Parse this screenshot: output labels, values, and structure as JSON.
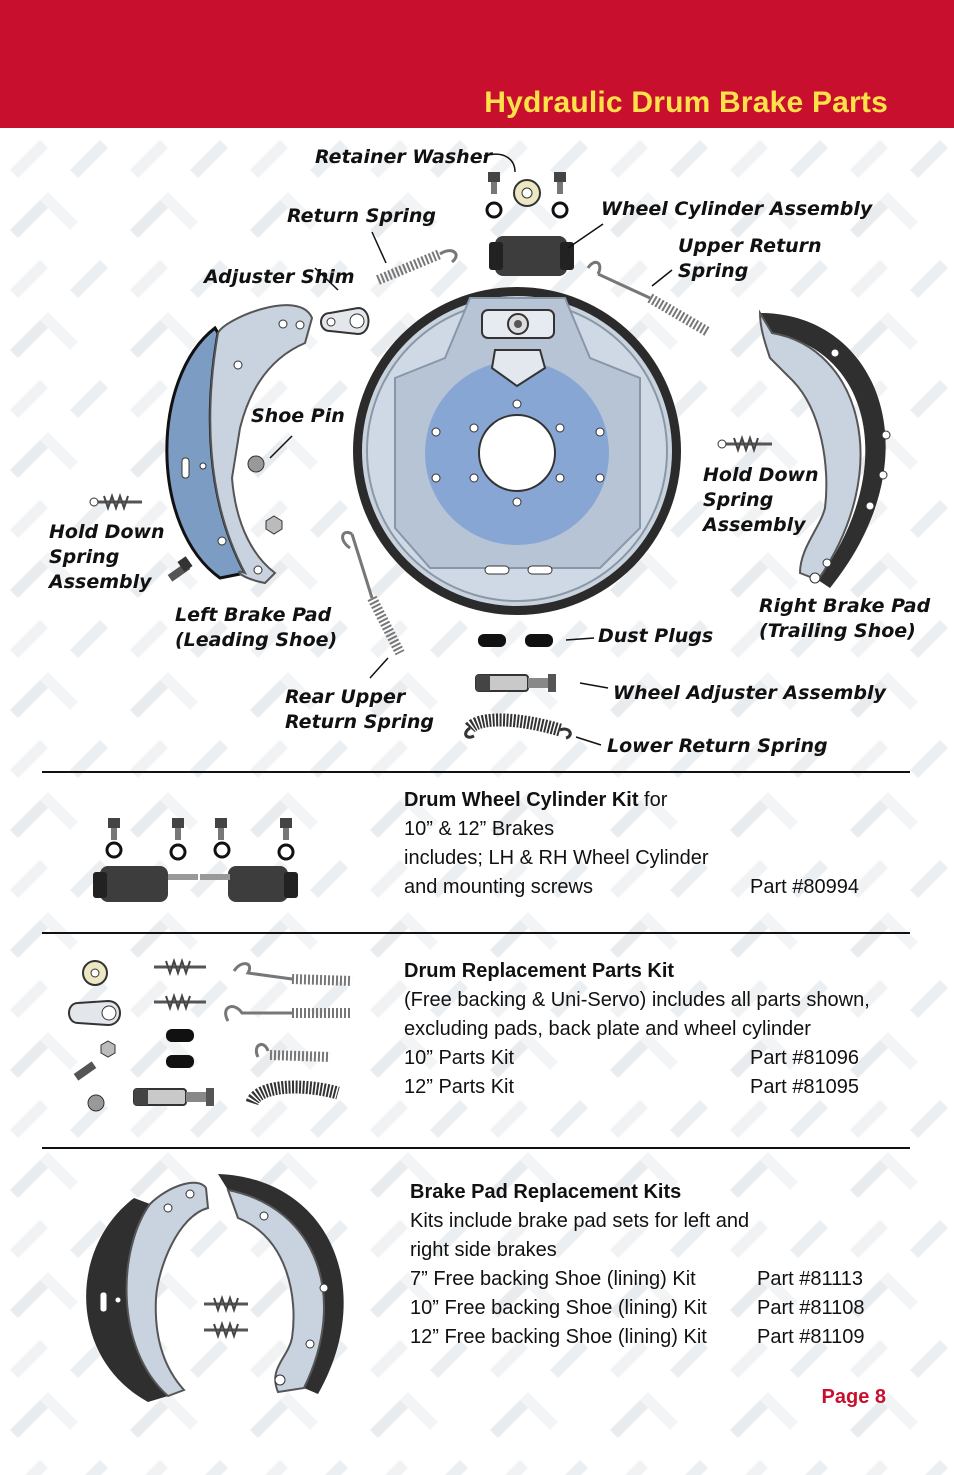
{
  "header": {
    "title": "Hydraulic Drum Brake Parts"
  },
  "labels": {
    "retainer_washer": "Retainer Washer",
    "return_spring": "Return Spring",
    "wheel_cylinder_assembly": "Wheel Cylinder Assembly",
    "upper_return_spring_1": "Upper Return",
    "upper_return_spring_2": "Spring",
    "adjuster_shim": "Adjuster Shim",
    "shoe_pin": "Shoe Pin",
    "hold_down_left_1": "Hold Down",
    "hold_down_left_2": "Spring",
    "hold_down_left_3": "Assembly",
    "hold_down_right_1": "Hold Down",
    "hold_down_right_2": "Spring",
    "hold_down_right_3": "Assembly",
    "left_brake_pad_1": "Left Brake Pad",
    "left_brake_pad_2": "(Leading Shoe)",
    "right_brake_pad_1": "Right Brake Pad",
    "right_brake_pad_2": "(Trailing Shoe)",
    "dust_plugs": "Dust Plugs",
    "rear_upper_1": "Rear Upper",
    "rear_upper_2": "Return Spring",
    "wheel_adjuster_assembly": "Wheel Adjuster Assembly",
    "lower_return_spring": "Lower Return Spring"
  },
  "kits": {
    "cylinder": {
      "title": "Drum Wheel Cylinder Kit",
      "title_suffix": " for",
      "line2": "10” & 12” Brakes",
      "line3": "includes; LH & RH Wheel Cylinder",
      "line4": "and mounting screws",
      "part": "Part #80994"
    },
    "replacement": {
      "title": "Drum Replacement Parts Kit",
      "line2": "(Free backing & Uni-Servo) includes all parts shown,",
      "line3": "excluding pads, back plate and wheel cylinder",
      "rows": [
        {
          "label": "10” Parts Kit",
          "part": "Part #81096"
        },
        {
          "label": "12” Parts Kit",
          "part": "Part #81095"
        }
      ]
    },
    "pads": {
      "title": "Brake Pad Replacement Kits",
      "line2": "Kits include brake pad sets for left and",
      "line3": "right side brakes",
      "rows": [
        {
          "label": "7” Free backing Shoe (lining) Kit",
          "part": "Part #81113"
        },
        {
          "label": "10” Free backing Shoe (lining) Kit",
          "part": "Part #81108"
        },
        {
          "label": "12” Free backing Shoe (lining) Kit",
          "part": "Part #81109"
        }
      ]
    }
  },
  "page": {
    "number": "Page 8"
  },
  "colors": {
    "header_red": "#c8102e",
    "title_yellow": "#ffe14a",
    "shoe_blue": "#7c9cc4",
    "plate_blue": "#b3c7e3"
  }
}
